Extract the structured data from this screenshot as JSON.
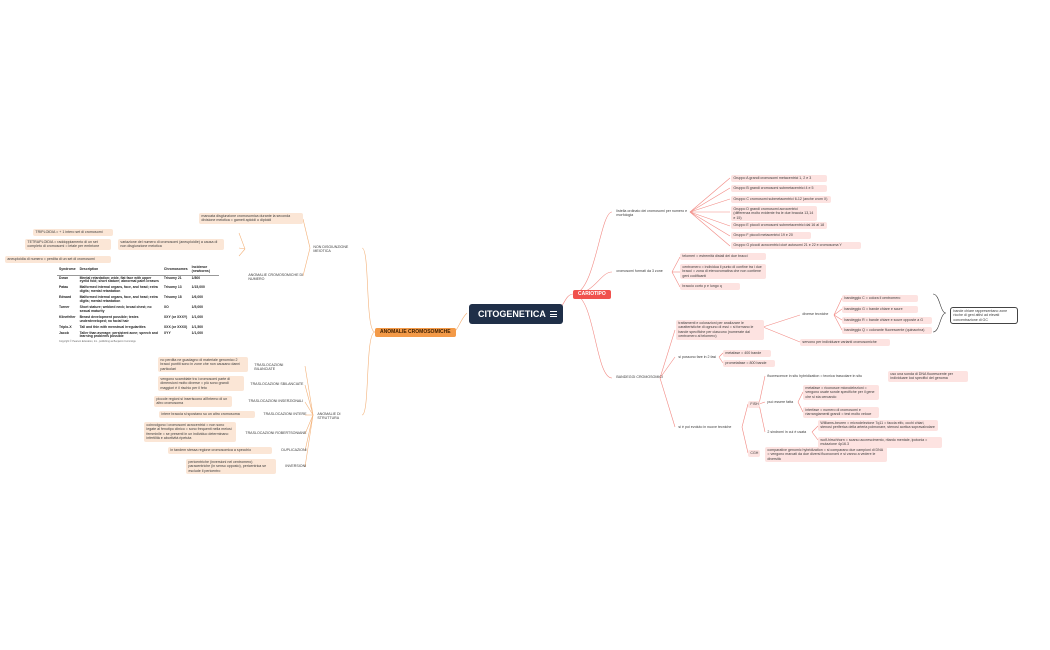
{
  "root": "CITOGENETICA",
  "right": {
    "label": "CARIOTIPO",
    "b1": "listella ordinato dei cromosomi per numero e morfologia",
    "groups": [
      "Gruppo A grandi cromosomi metacentrici 1, 2 e 3",
      "Gruppo B grandi cromosomi submetacentrici 4 e 5",
      "Gruppo C cromosomi submetacentrici 6-12 (anche crom X)",
      "Gruppo D grandi cromosomi acrocentrici (differenza molto evidente fra le due braccia 13,14 e 15)",
      "Gruppo E piccoli cromosomi submetacentrici dal 16 al 18",
      "Gruppo F piccoli metacentrici 19 e 20",
      "Gruppo G piccoli acrocentrici cioè autosomi 21 e 22 e cromosoma Y"
    ],
    "b2": "cromosomi formati da 3 zone",
    "zones": [
      "telomeri = estremità distali dei due bracci",
      "centromero = individua il punto di confine tra i due bracci = zona di eterocromatina che non contiene geni codificanti",
      "braccio corto p e lungo q"
    ],
    "b3": "BANDEGGI CROMOSOMICI",
    "trattamenti": "trattamenti e colorazioni per analizzare le caratteristiche di ognuno di essi = si formano le bande specifiche per ciascuno (numerate dal centromero al telomero)",
    "tecniche_label": "diverse tecniche",
    "tecniche": [
      "bandeggio C = colora il centromero",
      "bandeggio G = bande chiare e scure",
      "bandeggio R = bande chiare e scure opposte a G",
      "bandeggio Q = colorante fluorescente (quinacrina)"
    ],
    "tecniche_note": "bande chiare rappresentano zone ricche di geni attivi ad elevati concentrazione di GC",
    "varianti": "servono per individuare varianti cromosomiche",
    "fasi_label": "si possono fare in 2 fasi",
    "fasi": [
      "metafase = 400 bande",
      "prometafase = 800 bande"
    ],
    "evol_label": "si è poi evoluto in nuove tecniche",
    "fish_label": "FISH",
    "fish_intro": "fluorescence in situ hybridization = tecnica trascolare in situ",
    "fish_intro_note": "uso una sonda di DNA fluorescente per individuare loci specifici del genoma",
    "fish_sub_label": "può essere fatta",
    "fish_sub": [
      "metafase = riconosce microdelezioni = vengono usate sonde specifiche per il gene che si sta cercando",
      "interfase = numero di cromosomi e riarrangiamenti grandi = test molto veloce"
    ],
    "sindromi_label": "2 sindromi in cui è usata",
    "sindromi": [
      "Williams-beuren = microdelezione 7q11 = faccia elfo, occhi chiari, stenosi periferica della arteria polmonare, stenosi aortica sopravalvolare",
      "wolf-hirschhorn = scarso accrescimento, ritardo mentale, ipotonia = mutazione 4p16.3"
    ],
    "cgh_label": "CGH",
    "cgh": "comparative genomic hybridization = si comparano due campioni di DNA = vengono marcati da due diversi fluorocromi e si vanno a vedere le diversità"
  },
  "left": {
    "label": "ANOMALIE CROMOSOMICHE",
    "nondisj_label": "NON DISGIUNZIONE MEIOTICA",
    "nondisj": "mancata disgiunzione cromosomica durante la seconda divisione meiotica = gameti aploidi o diploidi",
    "numero_label": "ANOMALIE CROMOSOMICHE DI NUMERO",
    "numero": "variazione del numero di cromosomi (aneuploidie) a causa di non disgiunzione meiotica",
    "triploidia": "TRIPLOIDIA = + 1 intero set di cromosomi",
    "tetraploidia": "TETRAPLOIDIA = raddoppiamento di un set completo di cromosomi = letale per embrione",
    "aneuploidia": "aneuploidia di numero = perdita di un set di cromosomi",
    "struttura_label": "ANOMALIE DI STRUTTURA",
    "struttura": [
      {
        "label": "TRASLOCAZIONI BILANCIATE",
        "text": "no perdita ne guadagno di materiale genomico 2 bracci puntiti sono in zone che non causano danni particolari"
      },
      {
        "label": "TRASLOCAZIONI SBILANCIATE",
        "text": "vengono scambiate tra i cromosomi parte di dimensioni molto diverse = più sono grandi maggiori è il rischio per il feto"
      },
      {
        "label": "TRASLOCAZIONI INSERZIONALI",
        "text": "piccole regioni si inseriscono all'interno di un altro cromosoma"
      },
      {
        "label": "TRASLOCAZIONI INTERE",
        "text": "intere braccia si spostano su un altro cromosoma"
      },
      {
        "label": "TRASLOCAZIONI ROBERTSONIANE",
        "text": "coinvolgono i cromosomi acrocentrici = non sono legate al fenotipo clinico = sono frequenti nella meiosi femminile = se presenti in un individuo determinano infertilità e abortività ripetuta"
      },
      {
        "label": "DUPLICAZIONI",
        "text": "in tandem stessa regione cromosomica a specchio"
      },
      {
        "label": "INVERSIONI",
        "text": "pericentriche (inversioni nel centromero) paracentriche (in senso opposto), pericentrica se esclude il pericentro"
      }
    ],
    "table": {
      "headers": [
        "Syndrome",
        "Description",
        "Chromosomes",
        "Incidence (newborns)"
      ],
      "rows": [
        [
          "Down",
          "Mental retardation; wide, flat face with upper eyelid fold; short stature; abnormal palm creases",
          "Trisomy 21",
          "1/800"
        ],
        [
          "Patau",
          "Malformed internal organs, face, and head; extra digits; mental retardation",
          "Trisomy 13",
          "1/15,000"
        ],
        [
          "Edward",
          "Malformed internal organs, face, and head; extra digits; mental retardation",
          "Trisomy 18",
          "1/6,000"
        ],
        [
          "Turner",
          "Short stature; webbed neck; broad chest; no sexual maturity",
          "XO",
          "1/5,000"
        ],
        [
          "Klinefelter",
          "Breast development possible; testes underdeveloped; no facial hair",
          "XXY (or XXXY)",
          "1/1,000"
        ],
        [
          "Triplo-X",
          "Tall and thin with menstrual irregularities",
          "XXX (or XXXX)",
          "1/1,500"
        ],
        [
          "Jacob",
          "Taller than average; persistent acne; speech and learning problems possible",
          "XYY",
          "1/1,000"
        ]
      ],
      "footer": "Copyright © Pearson Education, Inc., publishing as Benjamin Cummings"
    }
  },
  "colors": {
    "root_bg": "#1f2f48",
    "caritipo": "#f0514d",
    "anomalie": "#f39a48",
    "right_line": "#f28a84",
    "left_line": "#f3b27a"
  }
}
